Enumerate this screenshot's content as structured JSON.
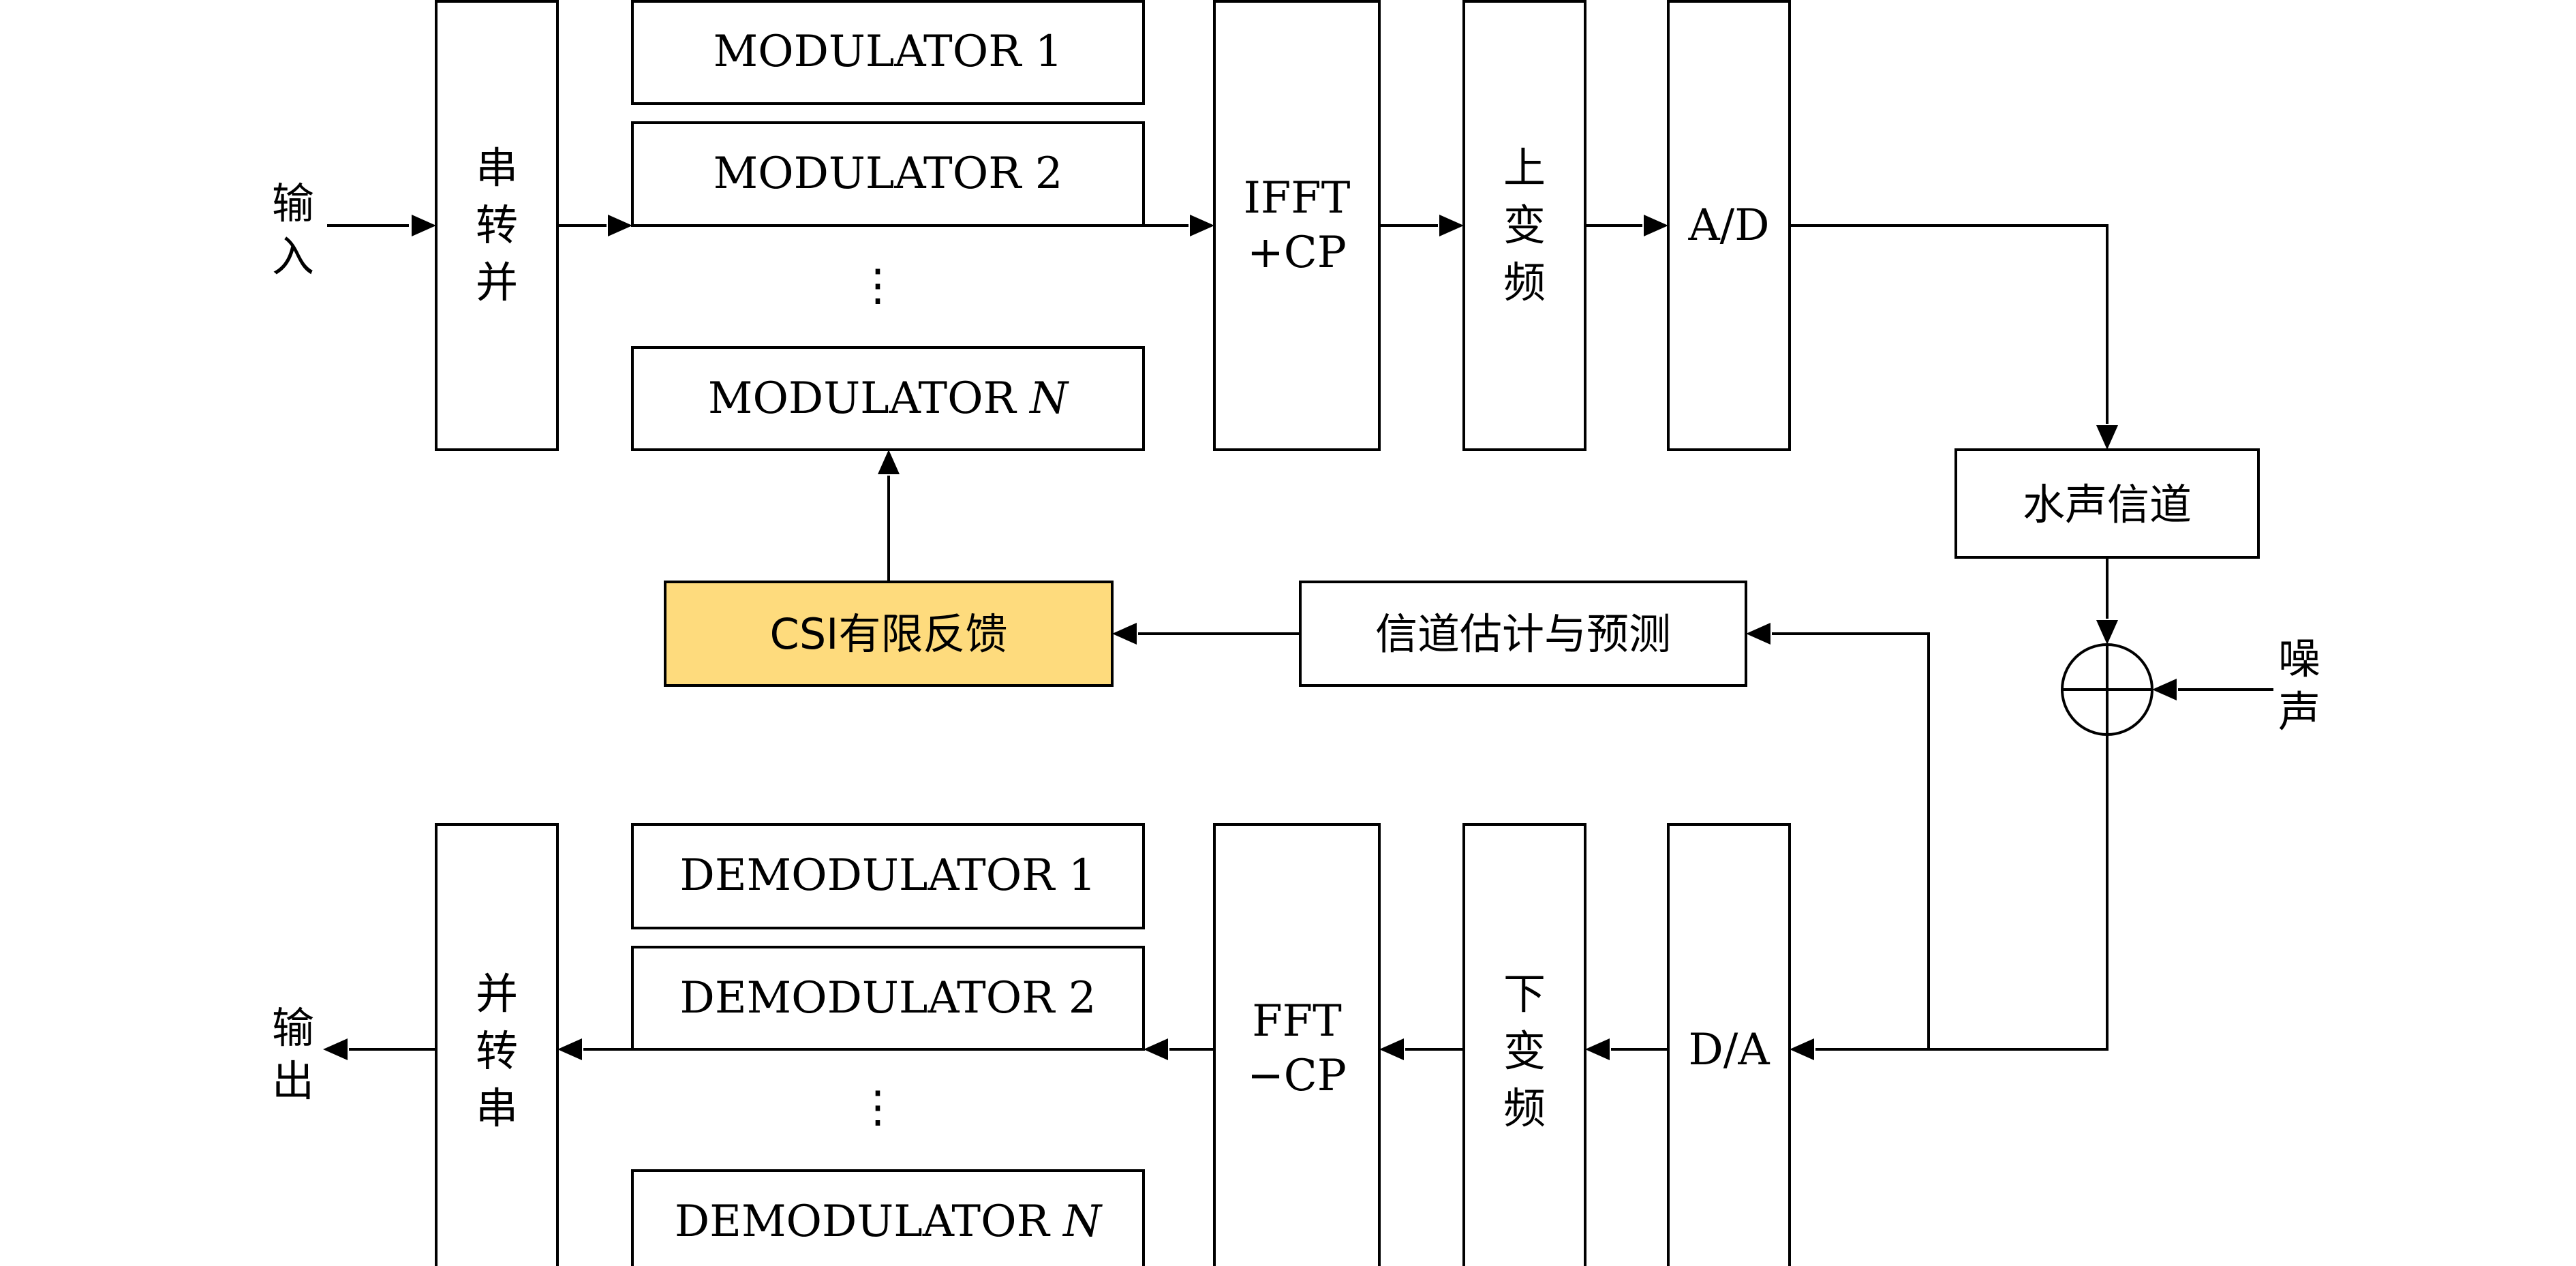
{
  "input_label": [
    "输",
    "入"
  ],
  "output_label": [
    "输",
    "出"
  ],
  "noise_label": [
    "噪",
    "声"
  ],
  "blocks": {
    "s2p": [
      "串",
      "转",
      "并"
    ],
    "p2s": [
      "并",
      "转",
      "串"
    ],
    "ifft": [
      "IFFT",
      "+CP"
    ],
    "fft": [
      "FFT",
      "−CP"
    ],
    "upconv": [
      "上",
      "变",
      "频"
    ],
    "downconv": [
      "下",
      "变",
      "频"
    ],
    "ad": "A/D",
    "da": "D/A",
    "channel": "水声信道",
    "estimation": "信道估计与预测",
    "csi": "CSI有限反馈"
  },
  "modulators": {
    "m1": "MODULATOR 1",
    "m2": "MODULATOR 2",
    "ellipsis": "⋮",
    "mN_prefix": "MODULATOR ",
    "mN_var": "N"
  },
  "demodulators": {
    "d1": "DEMODULATOR 1",
    "d2": "DEMODULATOR 2",
    "ellipsis": "⋮",
    "dN_prefix": "DEMODULATOR ",
    "dN_var": "N"
  },
  "colors": {
    "csi_fill": "#fedb7d",
    "stroke": "#000000",
    "background": "#ffffff"
  }
}
